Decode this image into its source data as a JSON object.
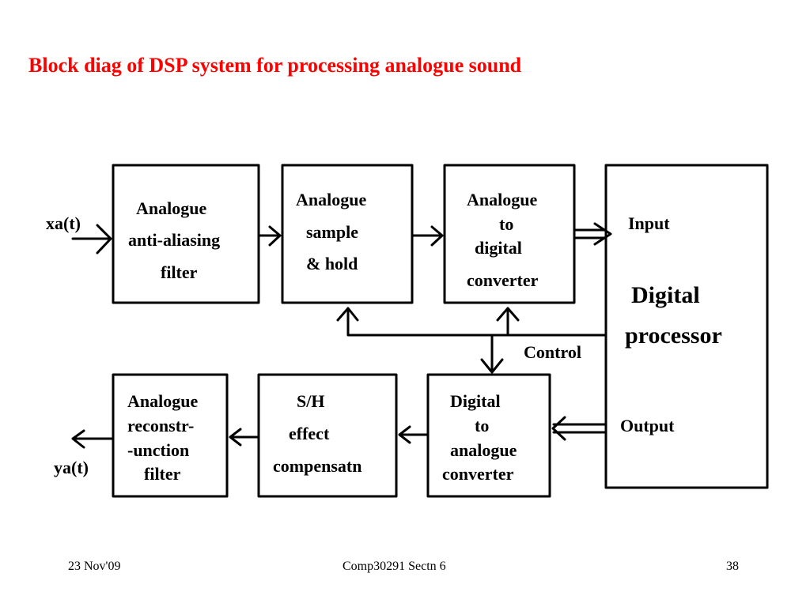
{
  "title": "Block diag of DSP system for processing analogue sound",
  "signals": {
    "input": "xa(t)",
    "output": "ya(t)",
    "control": "Control",
    "dp_input": "Input",
    "dp_output": "Output"
  },
  "blocks": {
    "anti_aliasing": [
      "Analogue",
      "anti-aliasing",
      "filter"
    ],
    "sample_hold": [
      "Analogue",
      "sample",
      "& hold"
    ],
    "adc": [
      "Analogue",
      "to",
      "digital",
      "converter"
    ],
    "digital_processor": [
      "Digital",
      "processor"
    ],
    "dac": [
      "Digital",
      "to",
      "analogue",
      "converter"
    ],
    "sh_effect": [
      "S/H",
      "effect",
      "compensatn"
    ],
    "reconstruction": [
      "Analogue",
      "reconstr-",
      "-unction",
      "filter"
    ]
  },
  "footer": {
    "date": "23 Nov'09",
    "course": "Comp30291 Sectn 6",
    "page": "38"
  }
}
